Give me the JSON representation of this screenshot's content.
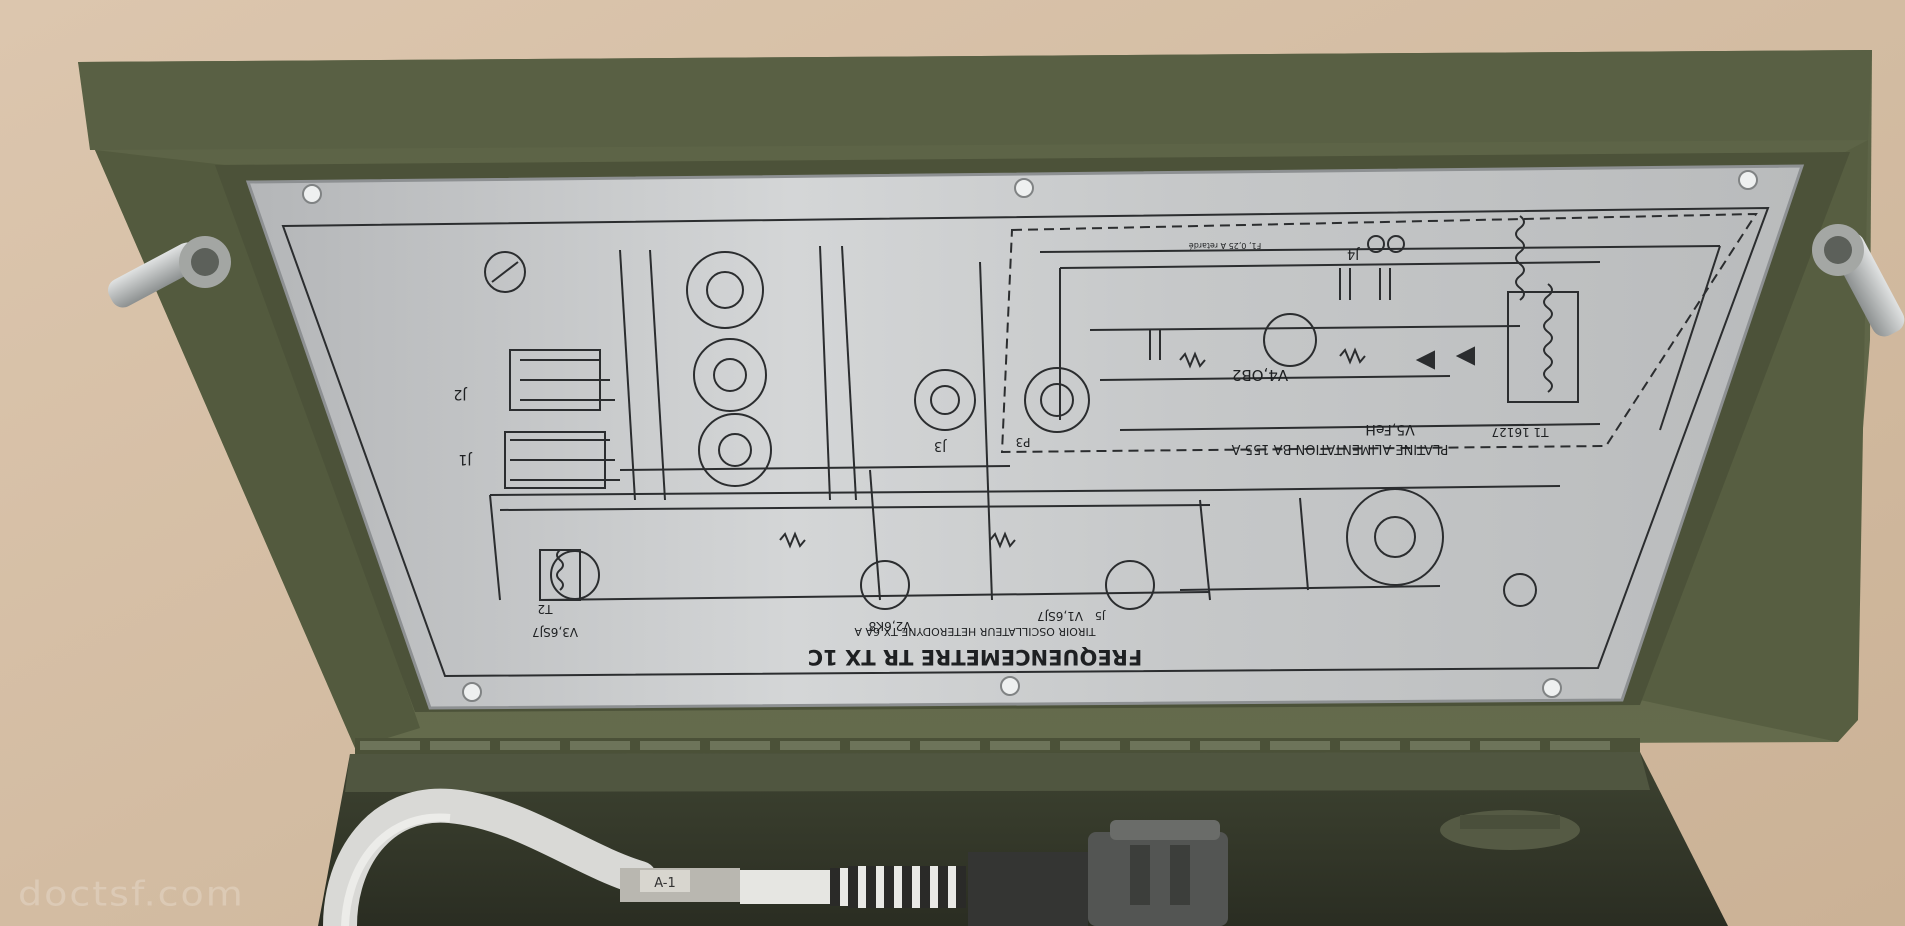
{
  "colors": {
    "wall": "#d8c2aa",
    "case_green": "#5f6648",
    "case_green_dark": "#3f4430",
    "plate": "#c9cbcc",
    "plate_line": "#2b2d2f"
  },
  "plate_text": {
    "title": "FREQUENCEMETRE TR TX 1C",
    "subtitle": "TIROIR OSCILLATEUR HETERODYNE TX 6A A",
    "tube_v1": "V1,6SJ7",
    "tube_v2": "V2,6K8",
    "tube_v3": "V3,6SJ7",
    "tube_v4": "V4,OB2",
    "tube_v5": "V5,FeH",
    "transformer_t1": "T1 16127",
    "transformer_t2": "T2",
    "power_board": "PLATINE ALIMENTATION BA 155 A",
    "fuse": "F1, 0,25 A retardé",
    "jack_j1": "J1",
    "jack_j2": "J2",
    "jack_j3": "J3",
    "jack_j4": "J4",
    "plug_p3": "P3",
    "jack_j5": "J5"
  },
  "cable_tag": "A-1",
  "watermark": "doctsf.com"
}
